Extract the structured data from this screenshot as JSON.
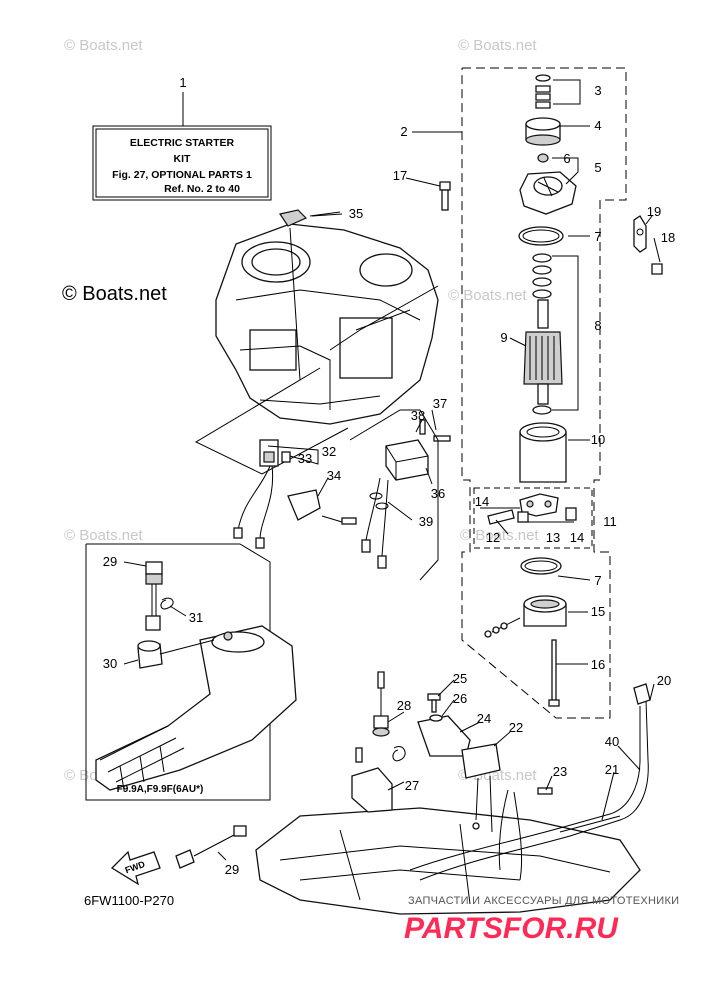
{
  "watermarks": [
    "© Boats.net",
    "© Boats.net",
    "© Boats.net",
    "© Boats.net",
    "© Boats.net",
    "© Boats.net",
    "© Boats.net"
  ],
  "copyright_mark": "© Boats.net",
  "kit_box": {
    "line1": "ELECTRIC STARTER",
    "line2": "KIT",
    "line3": "Fig. 27, OPTIONAL PARTS 1",
    "line4": "Ref. No. 2 to 40"
  },
  "callouts": [
    "1",
    "2",
    "3",
    "4",
    "5",
    "6",
    "7",
    "8",
    "9",
    "10",
    "11",
    "12",
    "13",
    "14",
    "14",
    "15",
    "16",
    "7",
    "17",
    "18",
    "19",
    "20",
    "21",
    "22",
    "23",
    "24",
    "25",
    "26",
    "27",
    "28",
    "29",
    "29",
    "30",
    "31",
    "32",
    "33",
    "34",
    "35",
    "36",
    "37",
    "38",
    "39",
    "40"
  ],
  "inset_label": "F9.9A,F9.9F(6AU*)",
  "fwd_label": "FWD",
  "drawing_code": "6FW1100-P270",
  "brand": {
    "tagline": "ЗАПЧАСТИ И АКСЕССУАРЫ ДЛЯ МОТОТЕХНИКИ",
    "name": "PARTSFOR.RU"
  }
}
